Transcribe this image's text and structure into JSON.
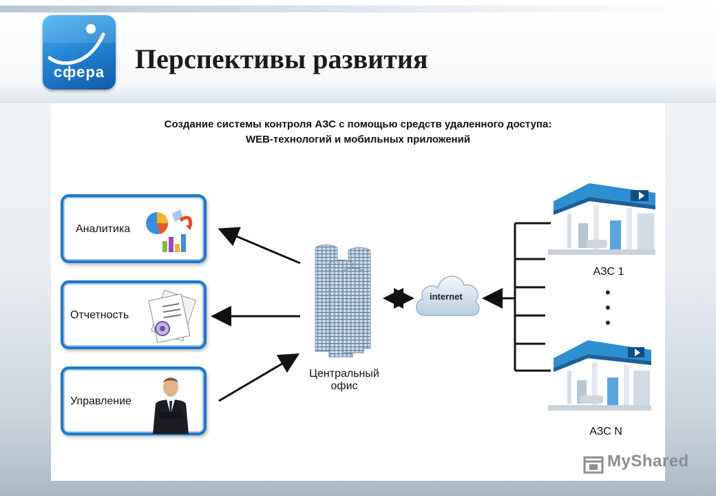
{
  "header": {
    "logo_text": "сфера",
    "title": "Перспективы развития"
  },
  "subtitle": {
    "line1": "Создание системы контроля АЗС с помощью средств удаленного доступа:",
    "line2": "WEB-технологий и мобильных приложений"
  },
  "boxes": [
    {
      "label": "Аналитика",
      "icon": "charts-icon"
    },
    {
      "label": "Отчетность",
      "icon": "documents-icon"
    },
    {
      "label": "Управление",
      "icon": "businessman-icon"
    }
  ],
  "center": {
    "label_line1": "Центральный",
    "label_line2": "офис",
    "icon": "office-buildings-icon"
  },
  "cloud": {
    "label": "internet",
    "icon": "cloud-icon"
  },
  "stations": {
    "first_label": "АЗС 1",
    "last_label": "АЗС N",
    "icon": "gas-station-icon",
    "ellipsis": "•  •  •"
  },
  "watermark": "MyShared",
  "colors": {
    "accent": "#1e78c6",
    "logo": "#1f7fcf",
    "station_canopy": "#2e8fd0"
  }
}
